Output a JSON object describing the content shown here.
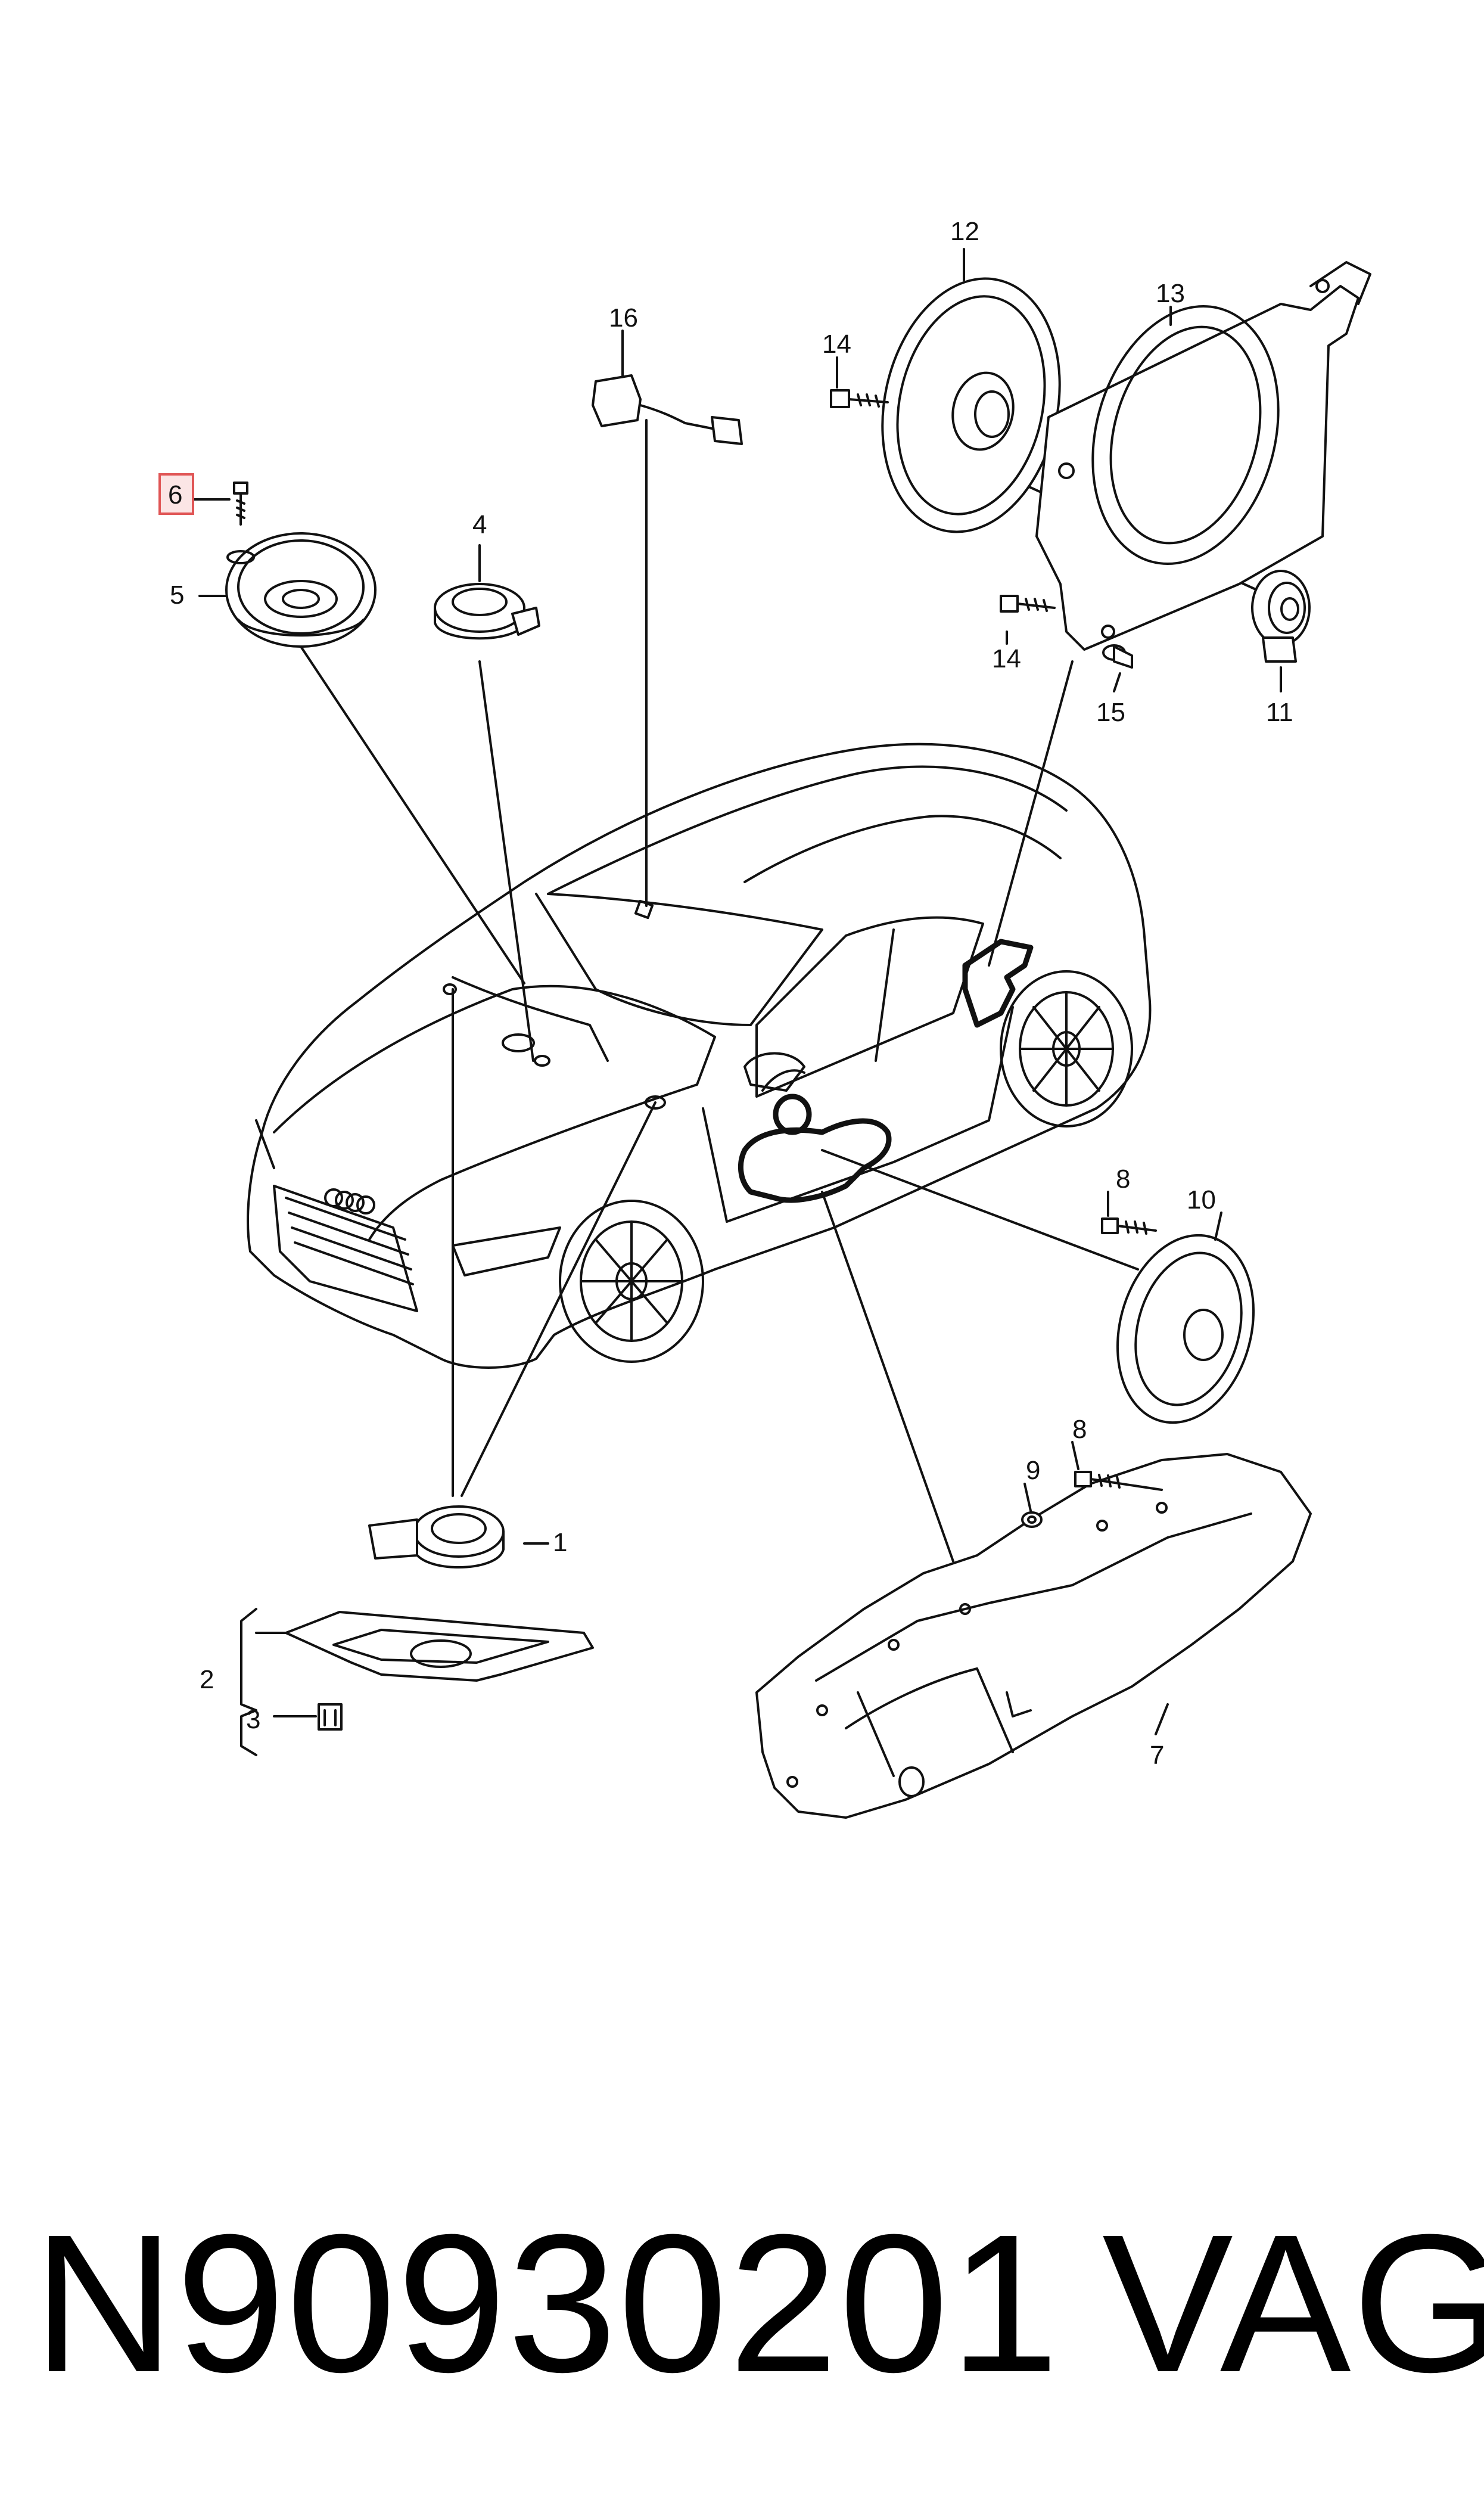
{
  "callouts": {
    "c1": "1",
    "c2": "2",
    "c3": "3",
    "c4": "4",
    "c5": "5",
    "c6": "6",
    "c7": "7",
    "c8a": "8",
    "c8b": "8",
    "c9": "9",
    "c10": "10",
    "c11": "11",
    "c12": "12",
    "c13": "13",
    "c14a": "14",
    "c14b": "14",
    "c15": "15",
    "c16": "16"
  },
  "highlight_color": "#e05555",
  "footer": {
    "part_number": "N90930201",
    "brand": "VAG"
  }
}
